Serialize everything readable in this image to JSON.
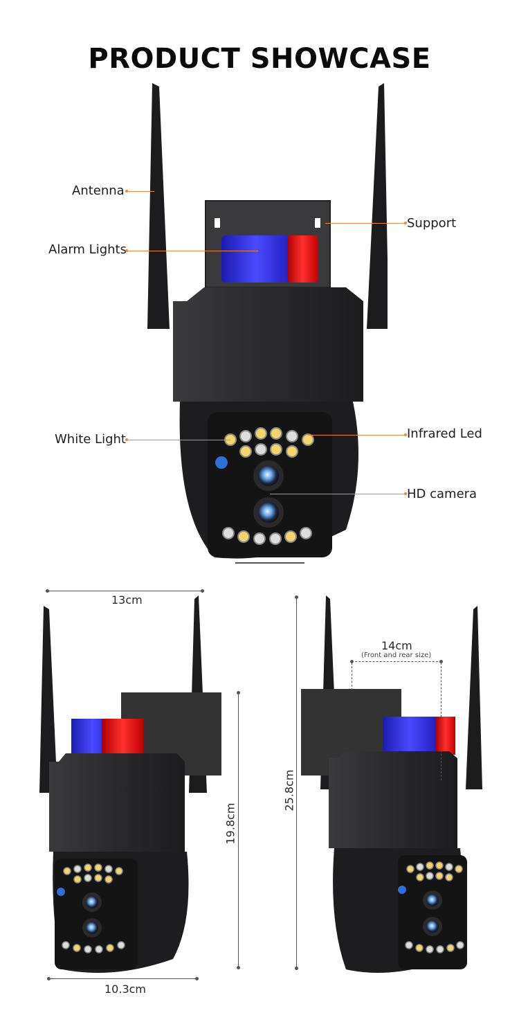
{
  "header": {
    "title": "PRODUCT SHOWCASE"
  },
  "callouts": {
    "antenna": "Antenna",
    "alarm_lights": "Alarm Lights",
    "white_light": "White Light",
    "support": "Support",
    "infrared_led": "Infrared Led",
    "hd_camera": "HD camera"
  },
  "dimensions": {
    "left_width_top": "13cm",
    "left_width_bottom": "10.3cm",
    "left_height": "19.8cm",
    "right_height": "25.8cm",
    "right_depth": "14cm",
    "right_depth_note": "(Front and rear size)"
  },
  "colors": {
    "accent_line": "#e8863a",
    "alarm_blue": "#2b2bd8",
    "alarm_red": "#e01c1c",
    "body": "#2c2c2e"
  }
}
